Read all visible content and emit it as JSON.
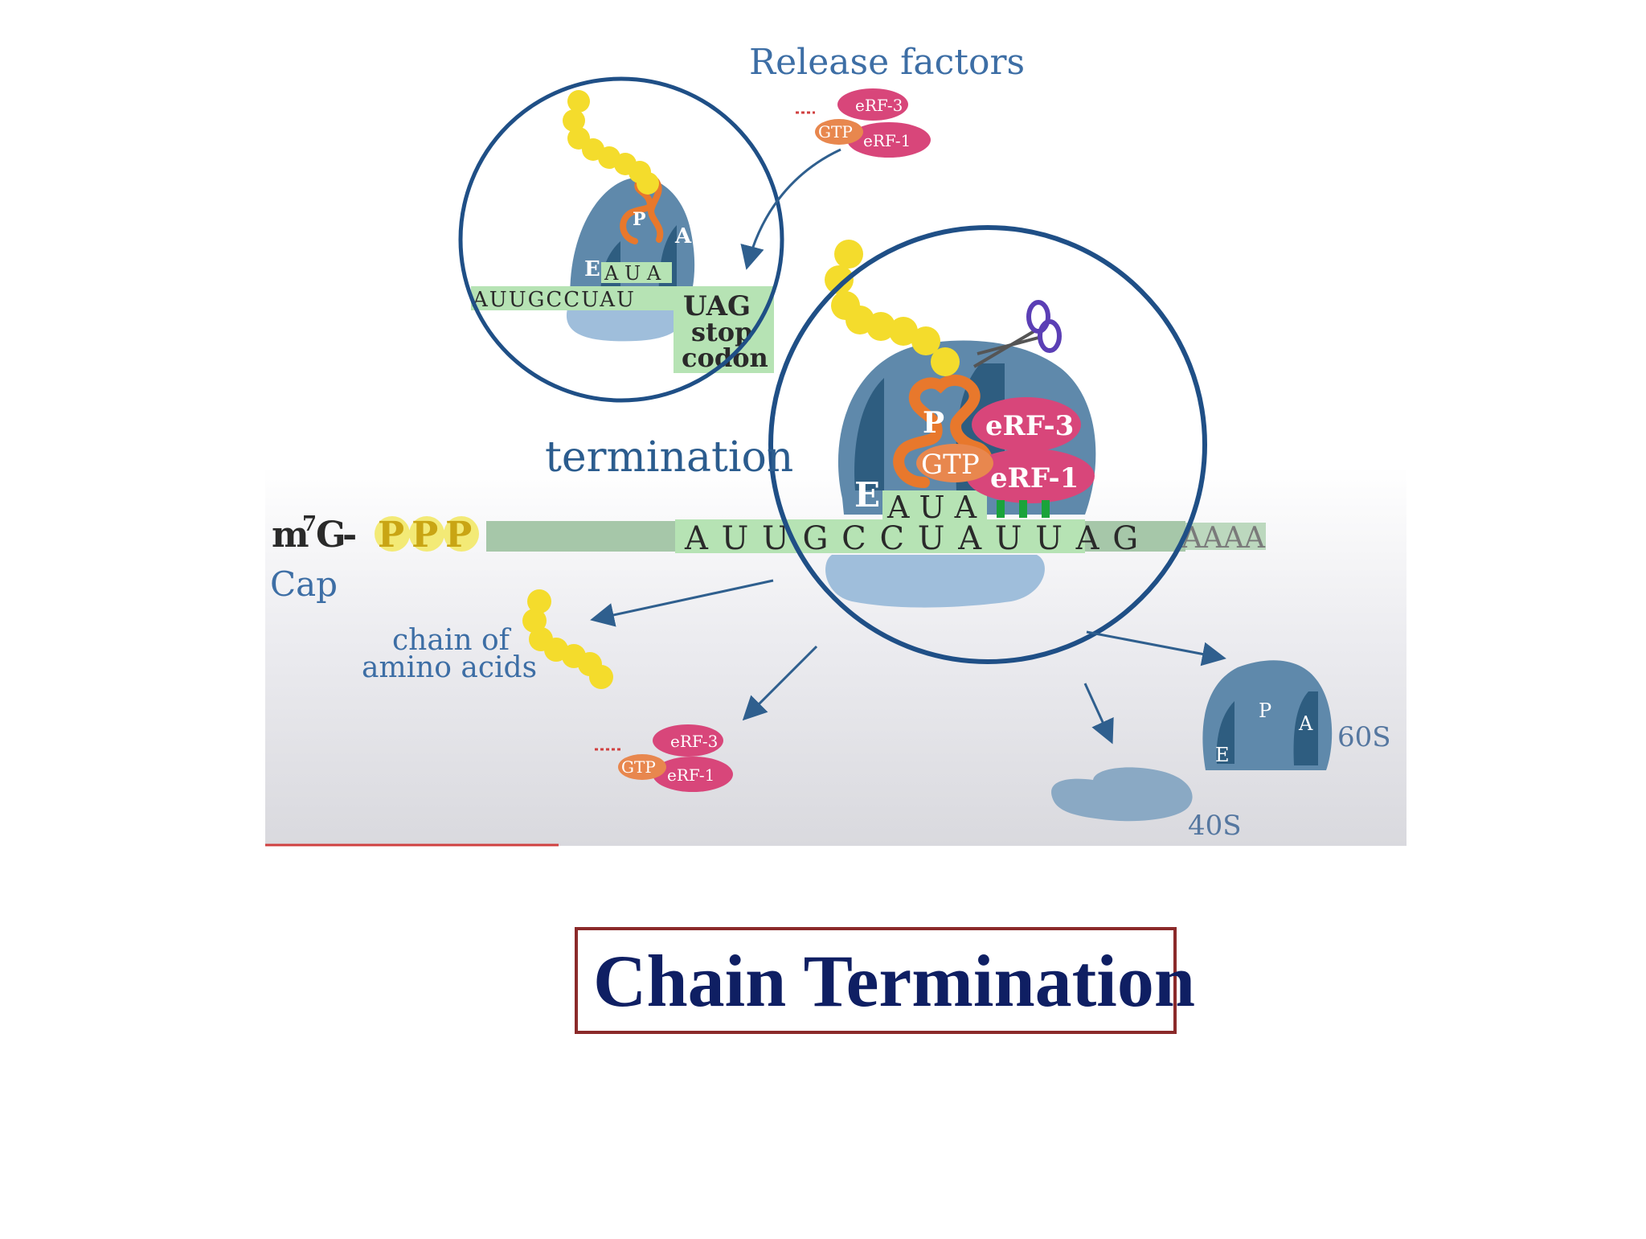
{
  "diagram": {
    "release_factors": "Release factors",
    "termination": "termination",
    "cap_prefix": "m",
    "cap_sup": "7",
    "cap_g": "G",
    "cap_ppp": "PPP",
    "cap_label": "Cap",
    "mrna_sequence_main": "A U U G C C U A U U A G",
    "poly_a_tail": "AAAA",
    "inset_mrna_sequence": "AUUGCCUAU",
    "anticodon": "A U A",
    "stop_codon_line1": "UAG",
    "stop_codon_line2": "stop",
    "stop_codon_line3": "codon",
    "site_e": "E",
    "site_p": "P",
    "site_a": "A",
    "erf3": "eRF-3",
    "erf1": "eRF-1",
    "gtp": "GTP",
    "chain_line1": "chain of",
    "chain_line2": "amino acids",
    "subunit_60s": "60S",
    "subunit_40s": "40S"
  },
  "slide": {
    "title": "Chain Termination"
  },
  "colors": {
    "ribosome_light": "#a9c4dc",
    "ribosome_dark": "#3e6f93",
    "circle_stroke": "#1f4f86",
    "mrna_green": "#9fc9a0",
    "amino_acid_yellow": "#f4dc2c",
    "trna_orange": "#e8782c",
    "release_factor_pink": "#d8467a",
    "title_navy": "#0f1f63",
    "title_border": "#8b2a2a"
  }
}
